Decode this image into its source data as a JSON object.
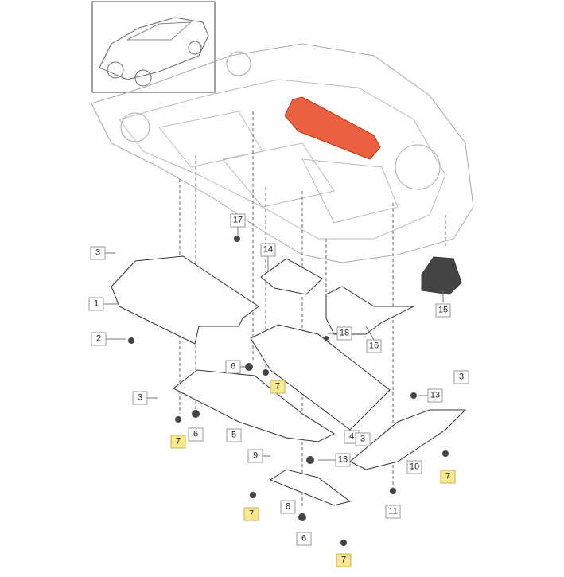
{
  "diagram": {
    "title": "Underbody panelling",
    "highlight_color": "#e8441f",
    "callout_highlight_color": "#fbe88f",
    "callouts": [
      {
        "text": "17"
      },
      {
        "text": "3"
      },
      {
        "text": "14"
      },
      {
        "text": "1"
      },
      {
        "text": "15"
      },
      {
        "text": "2"
      },
      {
        "text": "18"
      },
      {
        "text": "16"
      },
      {
        "text": "6"
      },
      {
        "text": "7"
      },
      {
        "text": "3"
      },
      {
        "text": "13"
      },
      {
        "text": "3"
      },
      {
        "text": "6"
      },
      {
        "text": "5"
      },
      {
        "text": "4"
      },
      {
        "text": "3"
      },
      {
        "text": "7"
      },
      {
        "text": "9"
      },
      {
        "text": "13"
      },
      {
        "text": "10"
      },
      {
        "text": "7"
      },
      {
        "text": "8"
      },
      {
        "text": "7"
      },
      {
        "text": "11"
      },
      {
        "text": "6"
      },
      {
        "text": "7"
      }
    ]
  }
}
